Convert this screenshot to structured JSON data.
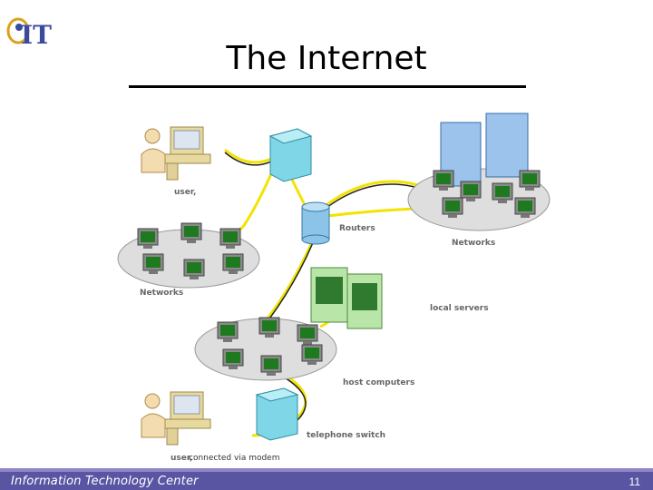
{
  "slide": {
    "title": "The Internet",
    "logo_text": "IT",
    "footer_text": "Information Technology Center",
    "page_number": "11"
  },
  "diagram": {
    "labels": {
      "user_top": "user,",
      "routers": "Routers",
      "networks_right": "Networks",
      "networks_left": "Networks",
      "local_servers": "local servers",
      "host_computers": "host computers",
      "telephone_switch": "telephone switch",
      "user_bottom": "user,",
      "modem_note": "connected via modem"
    }
  },
  "colors": {
    "accent": "#5a55a3",
    "cable": "#f2e300",
    "monitor_screen": "#1f7a1f",
    "server_green": "#b9e6a8",
    "server_blue": "#9cc3ec"
  }
}
